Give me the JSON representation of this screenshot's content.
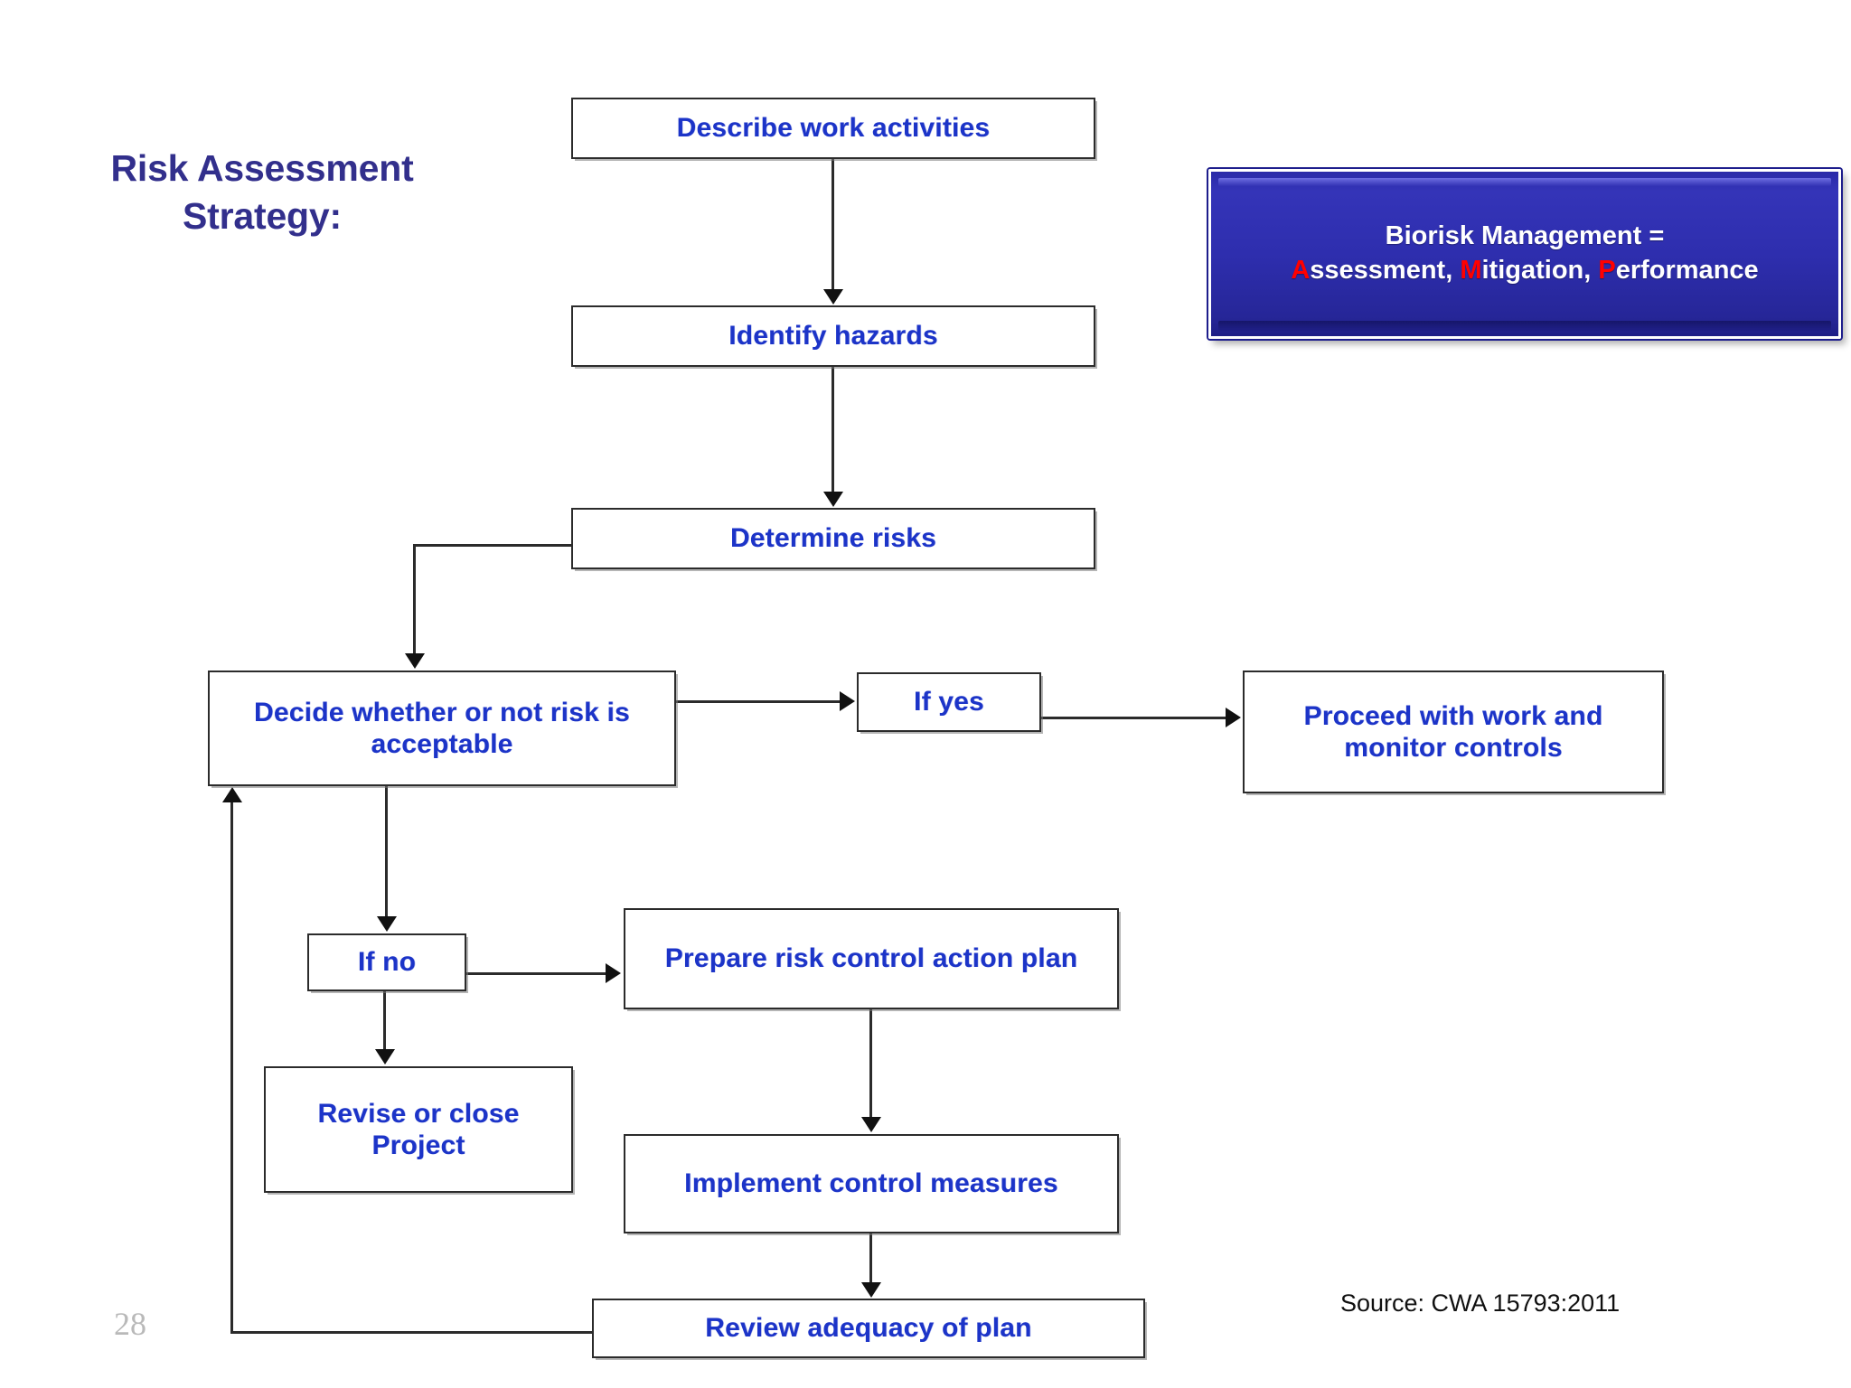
{
  "slide": {
    "title": "Risk Assessment Strategy:",
    "title_line1": "Risk Assessment",
    "title_line2": "Strategy:",
    "page_number": "28",
    "source_note": "Source: CWA 15793:2011",
    "title_color": "#322F8C",
    "node_text_color": "#1c34c8",
    "accent_red": "#ff0000",
    "callout_blue": "#2e2eae"
  },
  "callout": {
    "line1": "Biorisk Management =",
    "line2_parts": [
      {
        "text": "A",
        "color": "red"
      },
      {
        "text": "ssessment, ",
        "color": "white"
      },
      {
        "text": "M",
        "color": "red"
      },
      {
        "text": "itigation, ",
        "color": "white"
      },
      {
        "text": "P",
        "color": "red"
      },
      {
        "text": "erformance",
        "color": "white"
      }
    ],
    "line2_plain": "Assessment, Mitigation, Performance"
  },
  "flowchart": {
    "type": "flowchart",
    "nodes": [
      {
        "id": "describe",
        "label": "Describe work activities"
      },
      {
        "id": "identify",
        "label": "Identify hazards"
      },
      {
        "id": "determine",
        "label": "Determine risks"
      },
      {
        "id": "decide",
        "label": "Decide whether or not risk is acceptable"
      },
      {
        "id": "ifyes",
        "label": "If yes"
      },
      {
        "id": "proceed",
        "label": "Proceed with work and monitor controls"
      },
      {
        "id": "ifno",
        "label": "If no"
      },
      {
        "id": "prepare",
        "label": "Prepare risk control action plan"
      },
      {
        "id": "revise",
        "label": "Revise or close Project"
      },
      {
        "id": "implement",
        "label": "Implement control measures"
      },
      {
        "id": "review",
        "label": "Review adequacy of plan"
      }
    ],
    "edges": [
      {
        "from": "describe",
        "to": "identify"
      },
      {
        "from": "identify",
        "to": "determine"
      },
      {
        "from": "determine",
        "to": "decide"
      },
      {
        "from": "decide",
        "to": "ifyes"
      },
      {
        "from": "ifyes",
        "to": "proceed"
      },
      {
        "from": "decide",
        "to": "ifno"
      },
      {
        "from": "ifno",
        "to": "prepare"
      },
      {
        "from": "ifno",
        "to": "revise"
      },
      {
        "from": "prepare",
        "to": "implement"
      },
      {
        "from": "implement",
        "to": "review"
      },
      {
        "from": "review",
        "to": "decide"
      }
    ]
  }
}
